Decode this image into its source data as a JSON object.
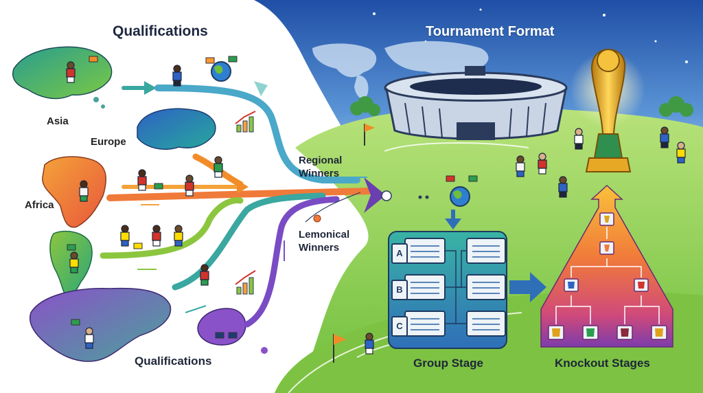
{
  "titles": {
    "left": "Qualifications",
    "right": "Tournament Format"
  },
  "regions": {
    "asia": "Asia",
    "europe": "Europe",
    "africa": "Africa",
    "americas": "Qualifications"
  },
  "midline": {
    "regional": "Regional Winners",
    "lemonical": "Lemonical Winners"
  },
  "groups": [
    "A",
    "B",
    "C"
  ],
  "stages": {
    "group": "Group Stage",
    "knockout": "Knockout Stages"
  },
  "colors": {
    "sky_top": "#1f4fa6",
    "sky_bottom": "#9ec8ec",
    "grass": "#9ed65a",
    "arrow_teal": "#3aa7a0",
    "arrow_purple": "#6a3fb0",
    "pyramid_top": "#f7b733",
    "pyramid_bottom": "#8e44ad",
    "trophy": "#e0a21b"
  }
}
